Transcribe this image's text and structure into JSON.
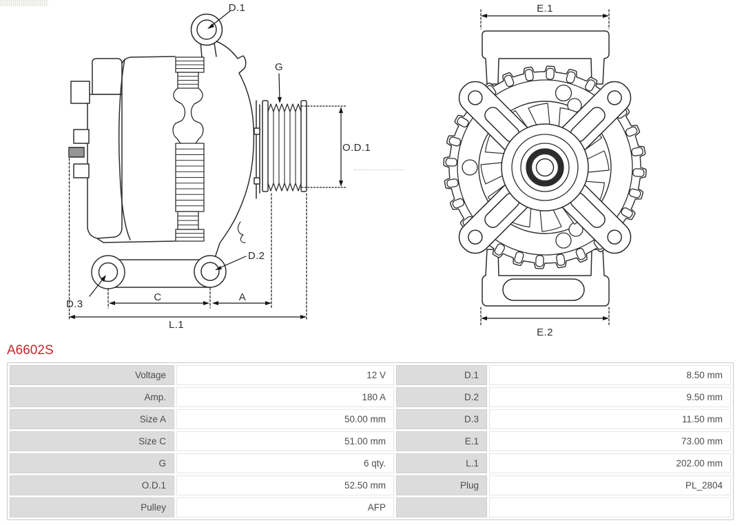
{
  "title": {
    "part_number": "A6602S",
    "accent_color": "#c5262c"
  },
  "diagram": {
    "stroke_color": "#2b2b2b",
    "side_view_labels": {
      "d1": "D.1",
      "g": "G",
      "od1": "O.D.1",
      "d2": "D.2",
      "d3": "D.3",
      "c": "C",
      "a": "A",
      "l1": "L.1"
    },
    "front_view_labels": {
      "e1": "E.1",
      "e2": "E.2"
    }
  },
  "spec_table": {
    "rows": [
      {
        "label1": "Voltage",
        "value1": "12 V",
        "label2": "D.1",
        "value2": "8.50 mm"
      },
      {
        "label1": "Amp.",
        "value1": "180 A",
        "label2": "D.2",
        "value2": "9.50 mm"
      },
      {
        "label1": "Size A",
        "value1": "50.00 mm",
        "label2": "D.3",
        "value2": "11.50 mm"
      },
      {
        "label1": "Size C",
        "value1": "51.00 mm",
        "label2": "E.1",
        "value2": "73.00 mm"
      },
      {
        "label1": "G",
        "value1": "6 qty.",
        "label2": "L.1",
        "value2": "202.00 mm"
      },
      {
        "label1": "O.D.1",
        "value1": "52.50 mm",
        "label2": "Plug",
        "value2": "PL_2804"
      },
      {
        "label1": "Pulley",
        "value1": "AFP",
        "label2": "",
        "value2": ""
      }
    ]
  }
}
